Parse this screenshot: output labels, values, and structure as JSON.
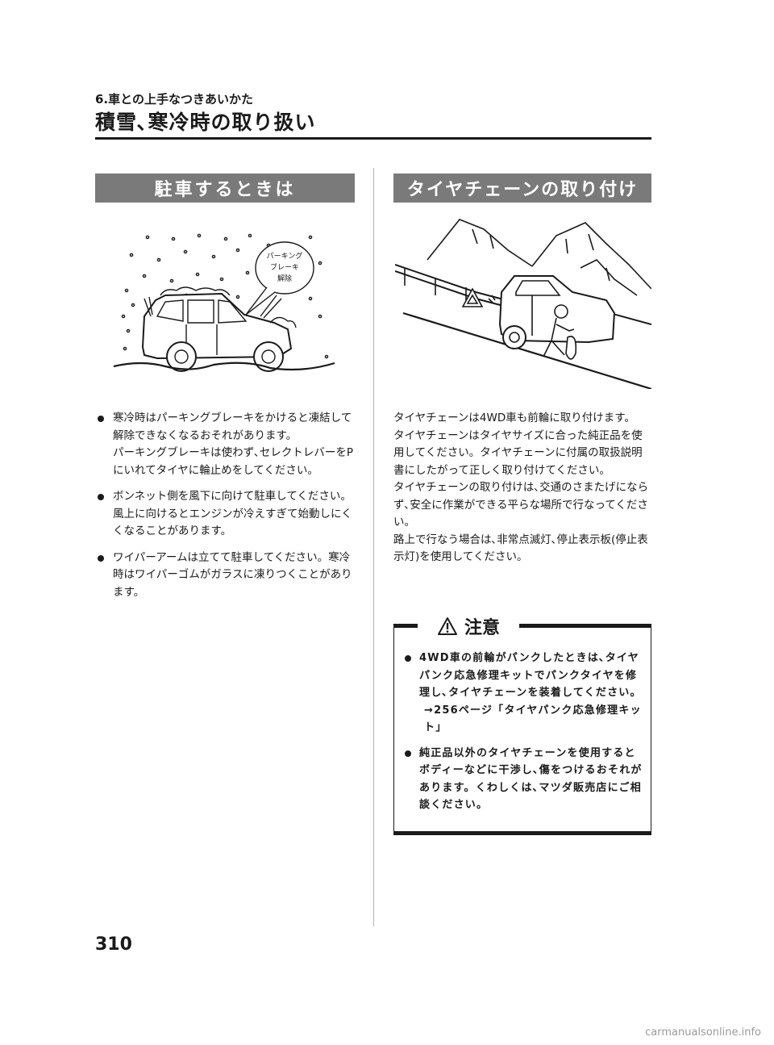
{
  "header": {
    "section_label": "6.車との上手なつきあいかた",
    "page_title": "積雪､寒冷時の取り扱い"
  },
  "left": {
    "heading": "駐車するときは",
    "illustration": {
      "callout": [
        "パーキング",
        "ブレーキ",
        "解除"
      ]
    },
    "bullets": [
      {
        "text": "寒冷時はパーキングブレーキをかけると凍結して解除できなくなるおそれがあります。",
        "sub": "パーキングブレーキは使わず､セレクトレバーをPにいれてタイヤに輪止めをしてください。"
      },
      {
        "text": "ボンネット側を風下に向けて駐車してください。風上に向けるとエンジンが冷えすぎて始動しにくくなることがあります。",
        "sub": ""
      },
      {
        "text": "ワイパーアームは立てて駐車してください。寒冷時はワイパーゴムがガラスに凍りつくことがあります。",
        "sub": ""
      }
    ]
  },
  "right": {
    "heading": "タイヤチェーンの取り付け",
    "paragraphs": [
      "タイヤチェーンは4WD車も前輪に取り付けます。",
      "タイヤチェーンはタイヤサイズに合った純正品を使用してください。タイヤチェーンに付属の取扱説明書にしたがって正しく取り付けてください。",
      "タイヤチェーンの取り付けは､交通のさまたげにならず､安全に作業ができる平らな場所で行なってください。",
      "路上で行なう場合は､非常点滅灯､停止表示板(停止表示灯)を使用してください。"
    ],
    "caution": {
      "title": "注意",
      "icon": "warning-triangle-icon",
      "items": [
        {
          "text": "4WD車の前輪がパンクしたときは､タイヤパンク応急修理キットでパンクタイヤを修理し､タイヤチェーンを装着してください。",
          "ref": "→256ページ「タイヤパンク応急修理キット」"
        },
        {
          "text": "純正品以外のタイヤチェーンを使用するとボディーなどに干渉し､傷をつけるおそれがあります。くわしくは､マツダ販売店にご相談ください。",
          "ref": ""
        }
      ]
    }
  },
  "footer": {
    "page_number": "310",
    "watermark": "carmanualsonline.info"
  },
  "colors": {
    "header_bar": "#7a7a7a",
    "text": "#1a1a1a"
  }
}
